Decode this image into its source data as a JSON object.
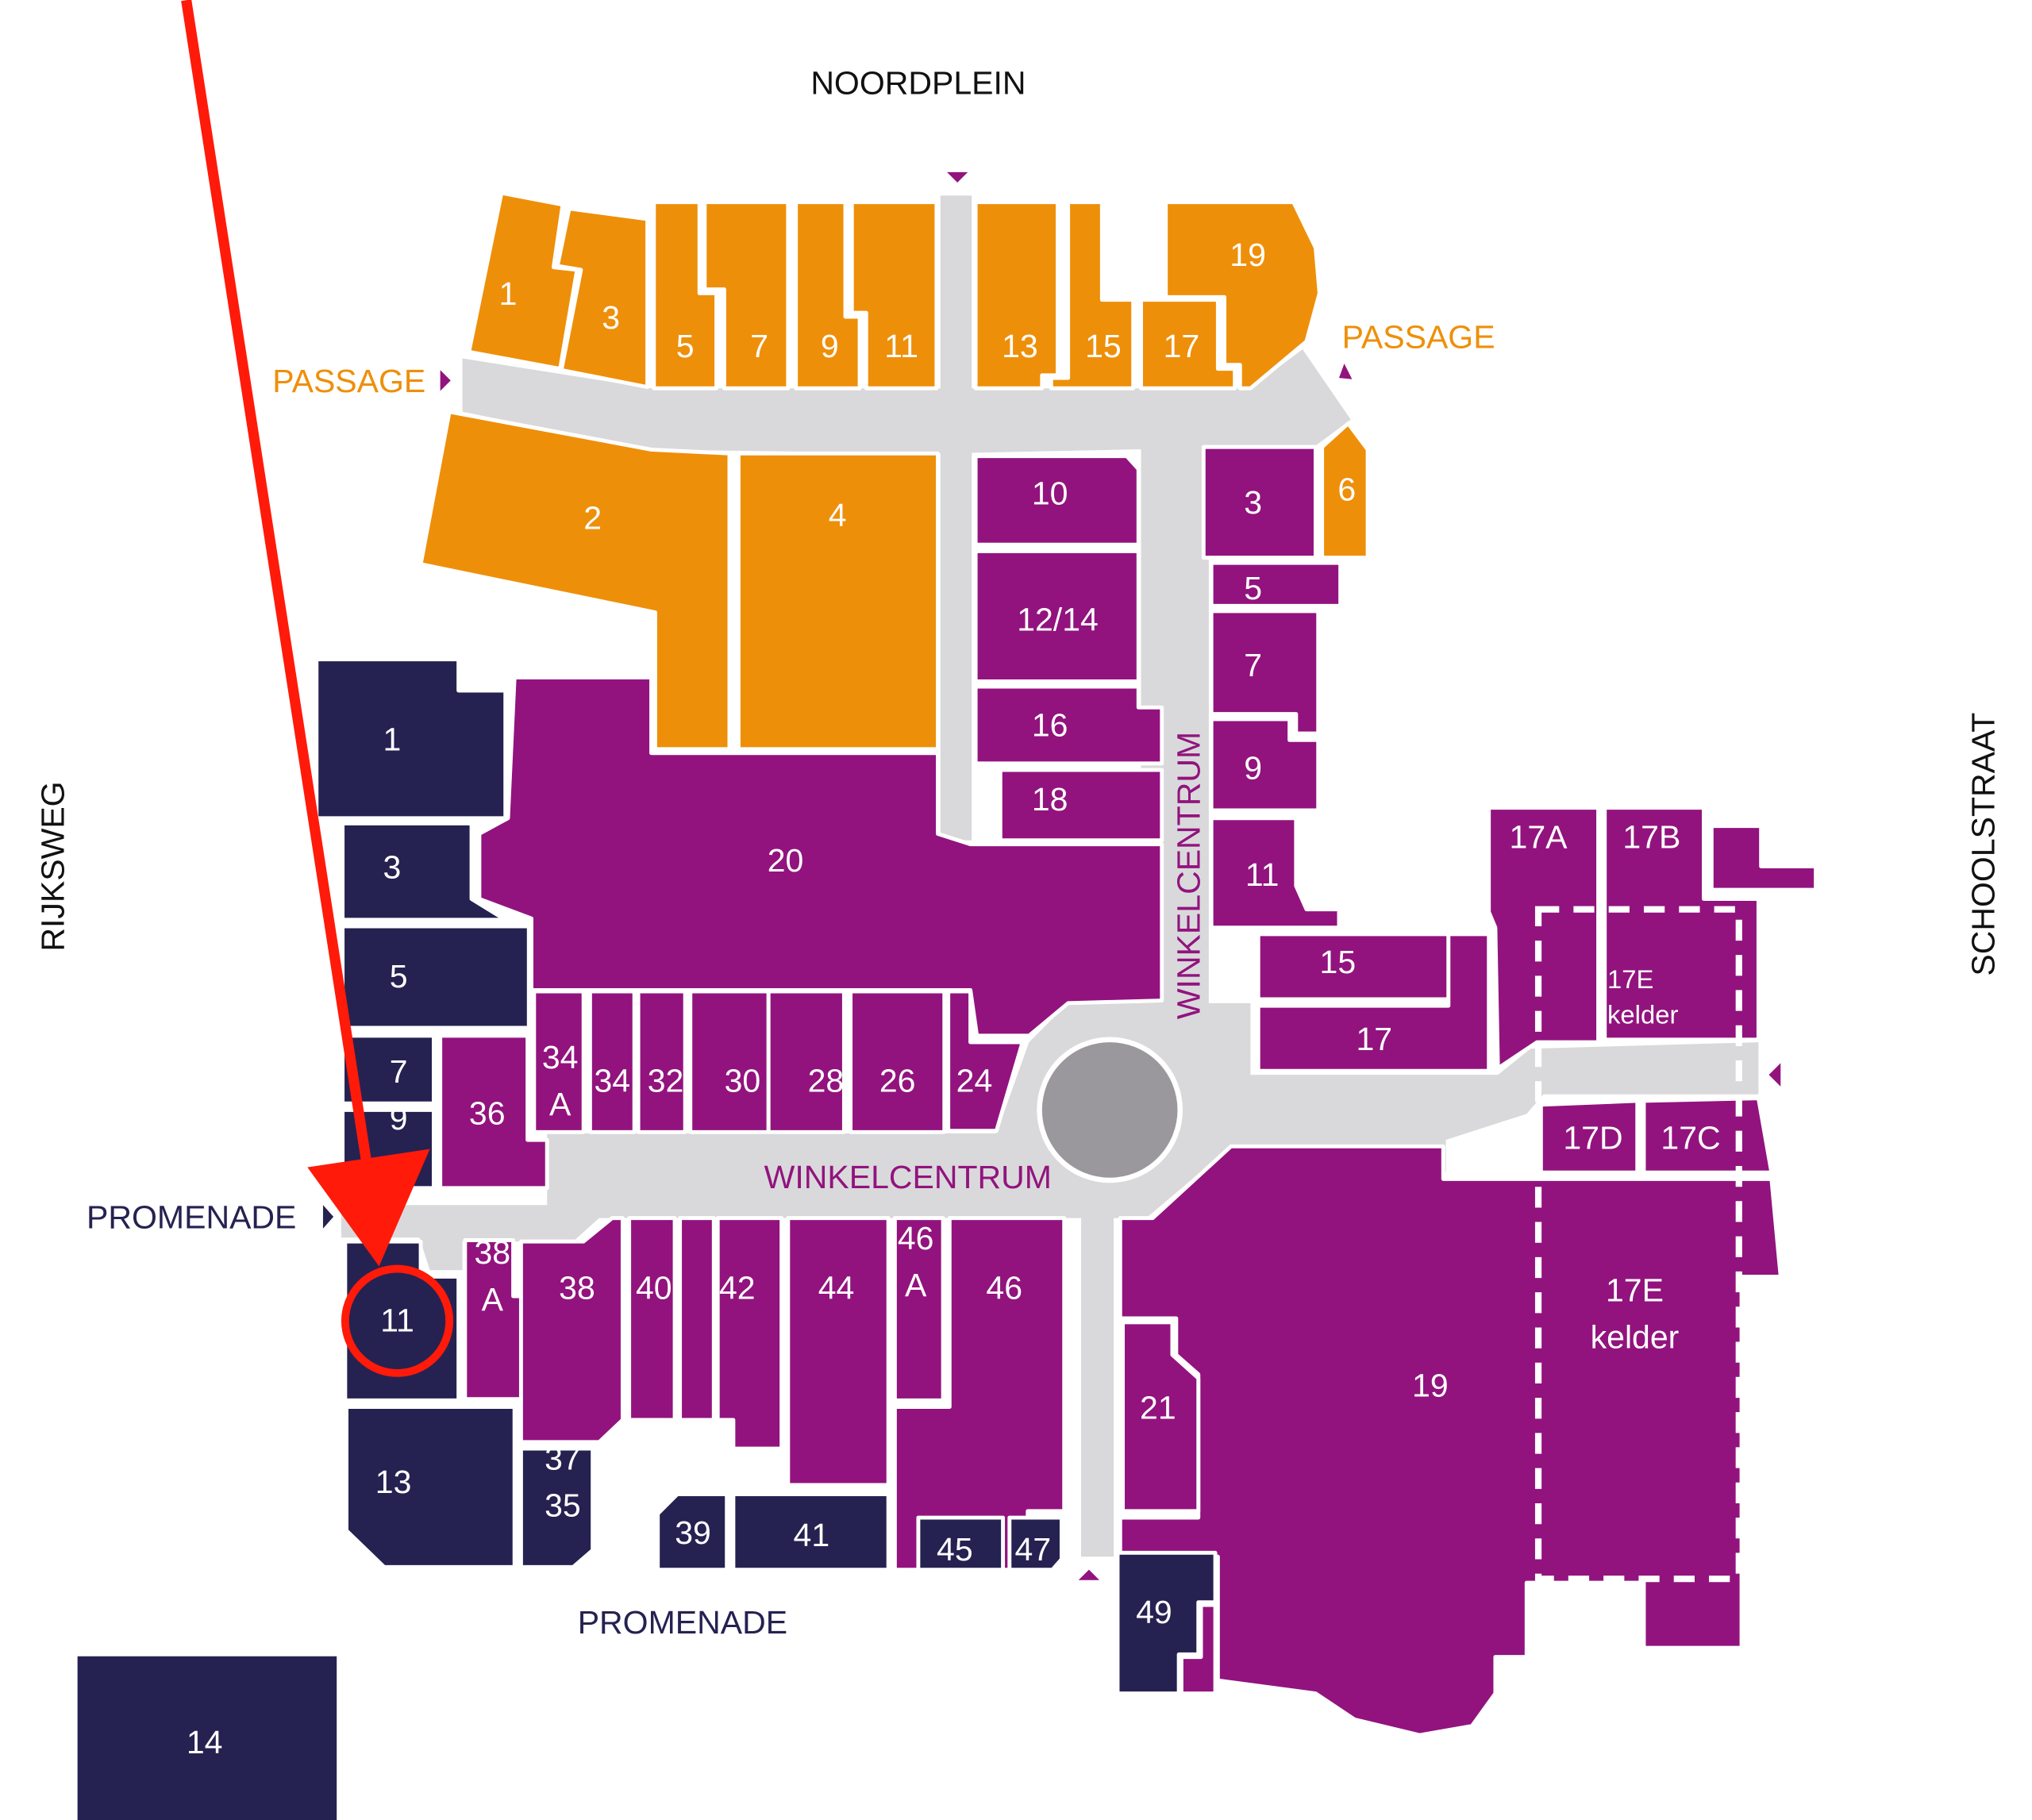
{
  "colors": {
    "orange": "#ee8f0a",
    "purple": "#92137e",
    "navy": "#252251",
    "corridor": "#d9d9db",
    "plaza": "#9a989c",
    "marker": "#ff1a0a"
  },
  "streets": {
    "north": "NOORDPLEIN",
    "passage_left": "PASSAGE",
    "passage_right": "PASSAGE",
    "west": "RIJKSWEG",
    "east": "SCHOOLSTRAAT",
    "promenade_left": "PROMENADE",
    "promenade_bottom": "PROMENADE",
    "winkelcentrum_h": "WINKELCENTRUM",
    "winkelcentrum_v": "WINKELCENTRUM"
  },
  "shops": [
    {
      "zone": "orange",
      "lines": [
        "1"
      ]
    },
    {
      "zone": "orange",
      "lines": [
        "3"
      ]
    },
    {
      "zone": "orange",
      "lines": [
        "5"
      ]
    },
    {
      "zone": "orange",
      "lines": [
        "7"
      ]
    },
    {
      "zone": "orange",
      "lines": [
        "9"
      ]
    },
    {
      "zone": "orange",
      "lines": [
        "11"
      ]
    },
    {
      "zone": "orange",
      "lines": [
        "13"
      ]
    },
    {
      "zone": "orange",
      "lines": [
        "15"
      ]
    },
    {
      "zone": "orange",
      "lines": [
        "17"
      ]
    },
    {
      "zone": "orange",
      "lines": [
        "19"
      ]
    },
    {
      "zone": "orange",
      "lines": [
        "2"
      ]
    },
    {
      "zone": "orange",
      "lines": [
        "4"
      ]
    },
    {
      "zone": "orange",
      "lines": [
        "6"
      ]
    },
    {
      "zone": "purple",
      "lines": [
        "10"
      ]
    },
    {
      "zone": "purple",
      "lines": [
        "12/14"
      ]
    },
    {
      "zone": "purple",
      "lines": [
        "16"
      ]
    },
    {
      "zone": "purple",
      "lines": [
        "18"
      ]
    },
    {
      "zone": "purple",
      "lines": [
        "20"
      ]
    },
    {
      "zone": "purple",
      "lines": [
        "3"
      ]
    },
    {
      "zone": "purple",
      "lines": [
        "5"
      ]
    },
    {
      "zone": "purple",
      "lines": [
        "7"
      ]
    },
    {
      "zone": "purple",
      "lines": [
        "9"
      ]
    },
    {
      "zone": "purple",
      "lines": [
        "11"
      ]
    },
    {
      "zone": "purple",
      "lines": [
        "15"
      ]
    },
    {
      "zone": "purple",
      "lines": [
        "17"
      ]
    },
    {
      "zone": "purple",
      "lines": [
        "17A"
      ]
    },
    {
      "zone": "purple",
      "lines": [
        "17B"
      ]
    },
    {
      "zone": "purple",
      "lines": []
    },
    {
      "zone": "purple",
      "lines": [
        "17E",
        "kelder"
      ]
    },
    {
      "zone": "purple",
      "lines": [
        "17D"
      ]
    },
    {
      "zone": "purple",
      "lines": [
        "17C"
      ]
    },
    {
      "zone": "purple",
      "lines": [
        "19"
      ]
    },
    {
      "zone": "purple",
      "lines": [
        "17E",
        "kelder"
      ]
    },
    {
      "zone": "purple",
      "lines": [
        "21"
      ]
    },
    {
      "zone": "navy",
      "lines": [
        "49"
      ]
    },
    {
      "zone": "purple",
      "lines": []
    },
    {
      "zone": "navy",
      "lines": [
        "1"
      ]
    },
    {
      "zone": "navy",
      "lines": [
        "3"
      ]
    },
    {
      "zone": "navy",
      "lines": [
        "5"
      ]
    },
    {
      "zone": "navy",
      "lines": [
        "7"
      ]
    },
    {
      "zone": "navy",
      "lines": [
        "9"
      ]
    },
    {
      "zone": "purple",
      "lines": [
        "36"
      ]
    },
    {
      "zone": "purple",
      "lines": [
        "34",
        "A"
      ]
    },
    {
      "zone": "purple",
      "lines": [
        "34"
      ]
    },
    {
      "zone": "purple",
      "lines": [
        "32"
      ]
    },
    {
      "zone": "purple",
      "lines": [
        "30"
      ]
    },
    {
      "zone": "purple",
      "lines": [
        "28"
      ]
    },
    {
      "zone": "purple",
      "lines": [
        "26"
      ]
    },
    {
      "zone": "purple",
      "lines": [
        "24"
      ]
    },
    {
      "zone": "navy",
      "lines": [
        "11"
      ]
    },
    {
      "zone": "purple",
      "lines": [
        "38",
        "A"
      ]
    },
    {
      "zone": "purple",
      "lines": [
        "38"
      ]
    },
    {
      "zone": "purple",
      "lines": [
        "40"
      ]
    },
    {
      "zone": "purple",
      "lines": []
    },
    {
      "zone": "purple",
      "lines": [
        "42"
      ]
    },
    {
      "zone": "purple",
      "lines": [
        "44"
      ]
    },
    {
      "zone": "purple",
      "lines": [
        "46",
        "A"
      ]
    },
    {
      "zone": "purple",
      "lines": [
        "46"
      ]
    },
    {
      "zone": "navy",
      "lines": [
        "13"
      ]
    },
    {
      "zone": "navy",
      "lines": [
        "37",
        "35"
      ]
    },
    {
      "zone": "navy",
      "lines": [
        "39"
      ]
    },
    {
      "zone": "navy",
      "lines": [
        "41"
      ]
    },
    {
      "zone": "navy",
      "lines": [
        "45"
      ]
    },
    {
      "zone": "navy",
      "lines": [
        "47"
      ]
    },
    {
      "zone": "navy",
      "lines": [
        "14"
      ]
    }
  ],
  "highlight": {
    "shop_label": "11",
    "zone": "navy"
  }
}
